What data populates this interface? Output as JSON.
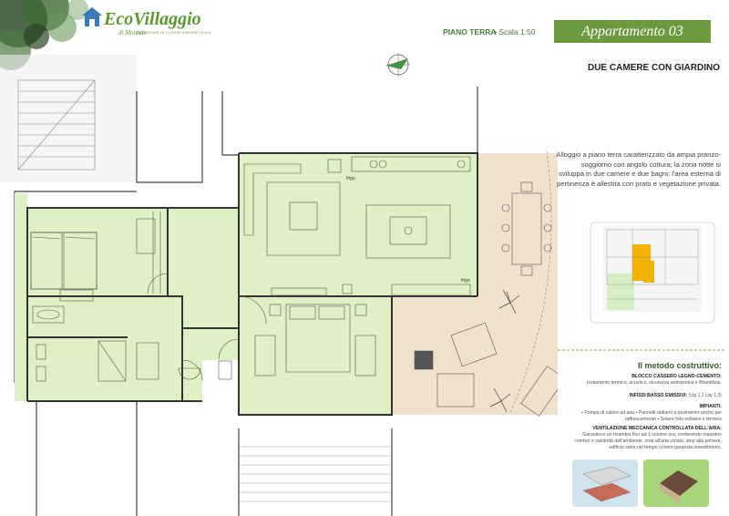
{
  "header": {
    "logo_name": "EcoVillaggio",
    "logo_sub": "di Montale",
    "logo_tagline": "RESIDENZE IN CLASSE ENERGETICA A",
    "floor_label": "PIANO TERRA",
    "scale_label": "• Scala 1:50",
    "apartment_title": "Appartamento 03"
  },
  "plan": {
    "subtitle": "DUE CAMERE CON GIARDINO",
    "description": "Alloggio a piano terra caratterizzato da ampia pranzo-soggiorno con angolo cottura; la zona notte si sviluppa in due camere e due bagni; l'area esterna di pertinenza è allestita con prato e vegetazione privata.",
    "labels": {
      "frigo_top": "frigo",
      "frigo_bottom": "frigo"
    }
  },
  "method": {
    "title": "Il metodo costruttivo:",
    "items": [
      {
        "heading": "BLOCCO CASSERO LEGNO-CEMENTO:",
        "text": "Isolamento termico, acustico, sicurezza antisismica e Bioedilizia."
      },
      {
        "heading": "INFISSI BASSO EMISSIVI:",
        "text": "(Ug 1,1 Uw 1,3)"
      },
      {
        "heading": "IMPIANTI:",
        "text": "• Pompa di calore ad aria • Pannelli radianti a pavimento anche per raffrescamento • Solare foto-voltaico e termico"
      },
      {
        "heading": "VENTILAZIONE MECCANICA CONTROLLATA DELL'ARIA:",
        "text": "Garantisce un ricambio fino ad 1 volume ora, conferendo massimo comfort e salubrità dell'ambiente, stop all'aria viziata, stop alla polvere, edificio sano nel tempo ovvero garanzia investimento."
      }
    ]
  },
  "colors": {
    "accent_green": "#6d9a3f",
    "interior_fill": "#dff0c4",
    "garden_fill": "#eee2cc",
    "highlight_unit": "#f2b400"
  }
}
